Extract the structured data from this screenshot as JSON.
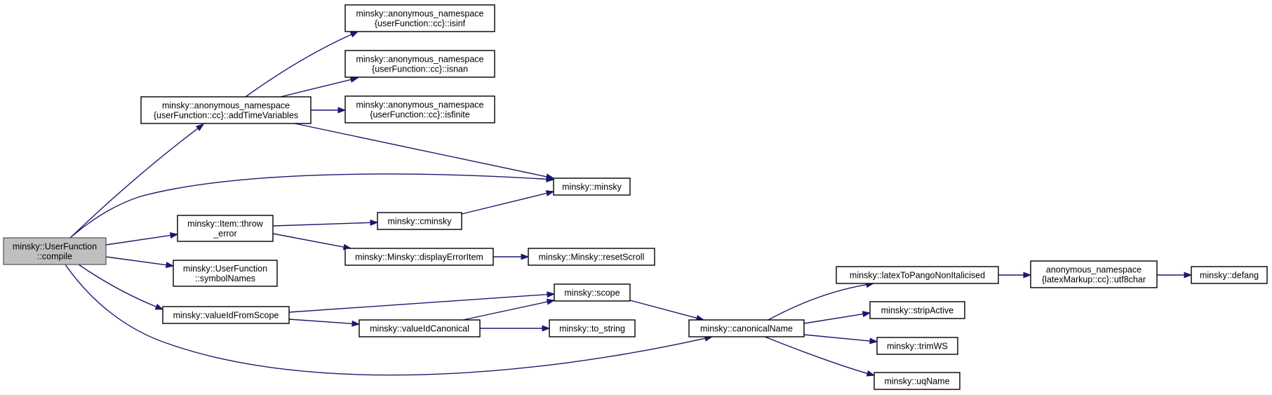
{
  "diagram": {
    "colors": {
      "edge": "#191970",
      "node_border": "#000000",
      "root_fill": "#bfbfbf",
      "root_border": "#666666"
    },
    "nodes": [
      {
        "id": "compile",
        "lines": [
          "minsky::UserFunction",
          "::compile"
        ],
        "root": true
      },
      {
        "id": "addTimeVariables",
        "lines": [
          "minsky::anonymous_namespace",
          "{userFunction::cc}::addTimeVariables"
        ]
      },
      {
        "id": "isinf",
        "lines": [
          "minsky::anonymous_namespace",
          "{userFunction::cc}::isinf"
        ]
      },
      {
        "id": "isnan",
        "lines": [
          "minsky::anonymous_namespace",
          "{userFunction::cc}::isnan"
        ]
      },
      {
        "id": "isfinite",
        "lines": [
          "minsky::anonymous_namespace",
          "{userFunction::cc}::isfinite"
        ]
      },
      {
        "id": "minsky",
        "lines": [
          "minsky::minsky"
        ]
      },
      {
        "id": "throw_error",
        "lines": [
          "minsky::Item::throw",
          "_error"
        ]
      },
      {
        "id": "cminsky",
        "lines": [
          "minsky::cminsky"
        ]
      },
      {
        "id": "displayErrorItem",
        "lines": [
          "minsky::Minsky::displayErrorItem"
        ]
      },
      {
        "id": "resetScroll",
        "lines": [
          "minsky::Minsky::resetScroll"
        ]
      },
      {
        "id": "symbolNames",
        "lines": [
          "minsky::UserFunction",
          "::symbolNames"
        ]
      },
      {
        "id": "valueIdFromScope",
        "lines": [
          "minsky::valueIdFromScope"
        ]
      },
      {
        "id": "scope",
        "lines": [
          "minsky::scope"
        ]
      },
      {
        "id": "valueIdCanonical",
        "lines": [
          "minsky::valueIdCanonical"
        ]
      },
      {
        "id": "to_string",
        "lines": [
          "minsky::to_string"
        ]
      },
      {
        "id": "canonicalName",
        "lines": [
          "minsky::canonicalName"
        ]
      },
      {
        "id": "latexToPangoNonItalicised",
        "lines": [
          "minsky::latexToPangoNonItalicised"
        ]
      },
      {
        "id": "utf8char",
        "lines": [
          "anonymous_namespace",
          "{latexMarkup::cc}::utf8char"
        ]
      },
      {
        "id": "defang",
        "lines": [
          "minsky::defang"
        ]
      },
      {
        "id": "stripActive",
        "lines": [
          "minsky::stripActive"
        ]
      },
      {
        "id": "trimWS",
        "lines": [
          "minsky::trimWS"
        ]
      },
      {
        "id": "uqName",
        "lines": [
          "minsky::uqName"
        ]
      }
    ],
    "edges": [
      {
        "from": "compile",
        "to": "addTimeVariables"
      },
      {
        "from": "compile",
        "to": "minsky"
      },
      {
        "from": "compile",
        "to": "throw_error"
      },
      {
        "from": "compile",
        "to": "symbolNames"
      },
      {
        "from": "compile",
        "to": "valueIdFromScope"
      },
      {
        "from": "compile",
        "to": "canonicalName"
      },
      {
        "from": "addTimeVariables",
        "to": "isinf"
      },
      {
        "from": "addTimeVariables",
        "to": "isnan"
      },
      {
        "from": "addTimeVariables",
        "to": "isfinite"
      },
      {
        "from": "addTimeVariables",
        "to": "minsky"
      },
      {
        "from": "throw_error",
        "to": "cminsky"
      },
      {
        "from": "throw_error",
        "to": "displayErrorItem"
      },
      {
        "from": "cminsky",
        "to": "minsky"
      },
      {
        "from": "displayErrorItem",
        "to": "resetScroll"
      },
      {
        "from": "valueIdFromScope",
        "to": "scope"
      },
      {
        "from": "valueIdFromScope",
        "to": "valueIdCanonical"
      },
      {
        "from": "valueIdCanonical",
        "to": "scope"
      },
      {
        "from": "valueIdCanonical",
        "to": "to_string"
      },
      {
        "from": "scope",
        "to": "canonicalName"
      },
      {
        "from": "canonicalName",
        "to": "latexToPangoNonItalicised"
      },
      {
        "from": "canonicalName",
        "to": "stripActive"
      },
      {
        "from": "canonicalName",
        "to": "trimWS"
      },
      {
        "from": "canonicalName",
        "to": "uqName"
      },
      {
        "from": "latexToPangoNonItalicised",
        "to": "utf8char"
      },
      {
        "from": "utf8char",
        "to": "defang"
      }
    ]
  }
}
